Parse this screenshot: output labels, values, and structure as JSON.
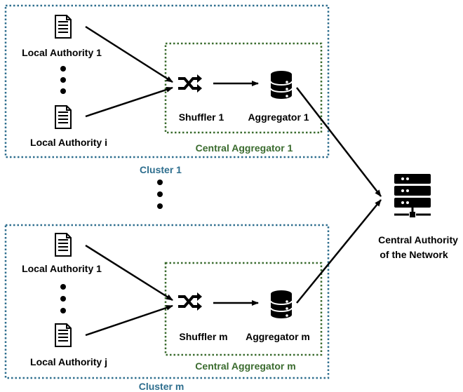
{
  "colors": {
    "cluster_border": "#2e6e8e",
    "aggregator_border": "#3a6b2e",
    "cluster_label": "#2e6e8e",
    "aggregator_label": "#3a6b2e",
    "icon": "#000000",
    "arrow": "#000000"
  },
  "clusters": [
    {
      "label": "Cluster 1",
      "central_aggregator_label": "Central Aggregator 1",
      "local_first": "Local Authority 1",
      "local_last": "Local Authority i",
      "shuffler": "Shuffler 1",
      "aggregator": "Aggregator 1"
    },
    {
      "label": "Cluster m",
      "central_aggregator_label": "Central Aggregator m",
      "local_first": "Local Authority 1",
      "local_last": "Local Authority j",
      "shuffler": "Shuffler m",
      "aggregator": "Aggregator m"
    }
  ],
  "central_authority": {
    "line1": "Central Authority",
    "line2": "of the Network"
  },
  "icons": {
    "document": "document-icon",
    "shuffle": "shuffle-icon",
    "database": "database-icon",
    "server": "server-icon"
  }
}
